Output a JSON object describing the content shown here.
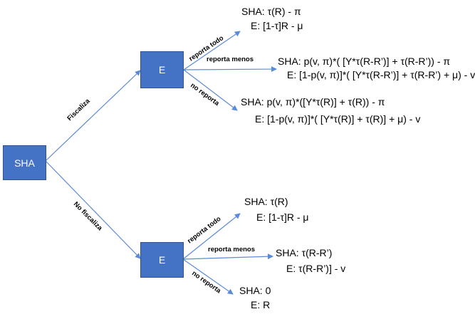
{
  "nodes": {
    "root": "SHA",
    "agent_top": "E",
    "agent_bottom": "E"
  },
  "edges": {
    "fiscaliza": "Fiscaliza",
    "no_fiscaliza": "No fiscaliza",
    "top_reporta_todo": "reporta todo",
    "top_reporta_menos": "reporta menos",
    "top_no_reporta": "no reporta",
    "bot_reporta_todo": "reporta todo",
    "bot_reporta_menos": "reporta menos",
    "bot_no_reporta": "no reporta"
  },
  "payoffs": {
    "top_todo": {
      "sha": "SHA: τ(R) - π",
      "e": "E: [1-τ]R - μ"
    },
    "top_menos": {
      "sha": "SHA: p(v, π)*( [Y*τ(R-R’)] + τ(R-R’)) - π",
      "e": "E: [1-p(v, π)]*( [Y*τ(R-R’)] + τ(R-R’) + μ) - v"
    },
    "top_no": {
      "sha": "SHA: p(v, π)*([Y*τ(R)] + τ(R)) - π",
      "e": "E: [1-p(v, π)]*( [Y*τ(R)] + τ(R)] + μ) - v"
    },
    "bot_todo": {
      "sha": "SHA: τ(R)",
      "e": "E: [1-τ]R - μ"
    },
    "bot_menos": {
      "sha": "SHA: τ(R-R’)",
      "e": "E: τ(R-R’)] - v"
    },
    "bot_no": {
      "sha": "SHA: 0",
      "e": "E: R"
    }
  },
  "colors": {
    "node_fill": "#4472c4",
    "node_border": "#2f528f",
    "edge": "#5b8bd8"
  }
}
